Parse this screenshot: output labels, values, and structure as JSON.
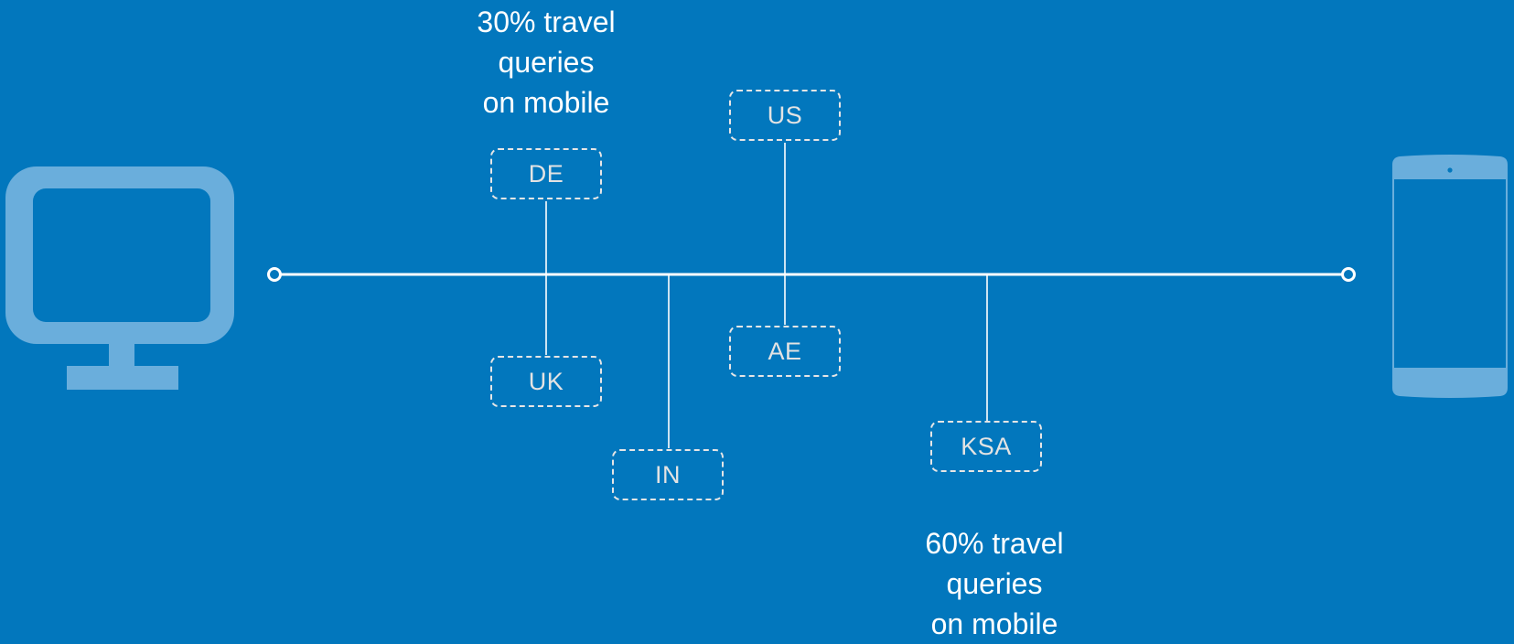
{
  "annotations": {
    "desktop_end": "30% travel queries on mobile",
    "mobile_end": "60% travel queries on mobile"
  },
  "annotation_lines": {
    "desktop_end": [
      "30% travel",
      "queries",
      "on mobile"
    ],
    "mobile_end": [
      "60% travel",
      "queries",
      "on mobile"
    ]
  },
  "countries": [
    {
      "code": "DE"
    },
    {
      "code": "UK"
    },
    {
      "code": "IN"
    },
    {
      "code": "US"
    },
    {
      "code": "AE"
    },
    {
      "code": "KSA"
    }
  ],
  "icons": {
    "left": "desktop-monitor-icon",
    "right": "mobile-phone-icon"
  },
  "colors": {
    "background": "#0277bd",
    "line": "#ffffff",
    "icon": "#6aaedc",
    "box_border": "#e6e6e6",
    "box_text": "#e3e3e3"
  }
}
